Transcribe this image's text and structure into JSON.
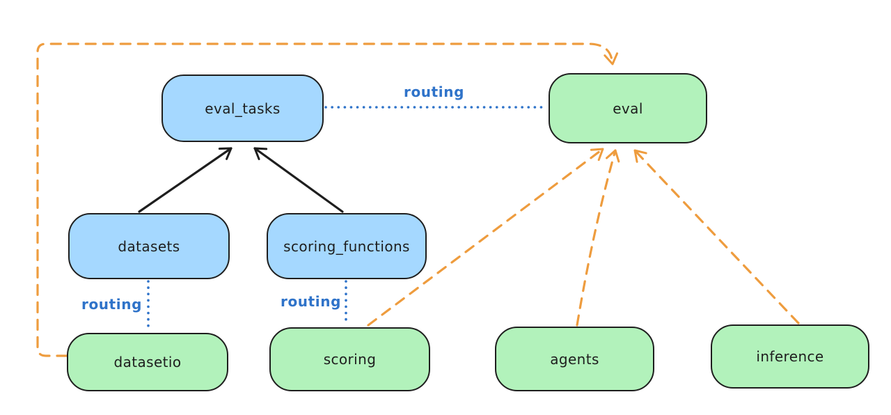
{
  "diagram_title": "",
  "nodes": {
    "eval_tasks": {
      "label": "eval_tasks",
      "kind": "api",
      "fill": "#a5d8ff"
    },
    "eval": {
      "label": "eval",
      "kind": "provider",
      "fill": "#b2f2bb"
    },
    "datasets": {
      "label": "datasets",
      "kind": "api",
      "fill": "#a5d8ff"
    },
    "scoring_functions": {
      "label": "scoring_functions",
      "kind": "api",
      "fill": "#a5d8ff"
    },
    "datasetio": {
      "label": "datasetio",
      "kind": "provider",
      "fill": "#b2f2bb"
    },
    "scoring": {
      "label": "scoring",
      "kind": "provider",
      "fill": "#b2f2bb"
    },
    "agents": {
      "label": "agents",
      "kind": "provider",
      "fill": "#b2f2bb"
    },
    "inference": {
      "label": "inference",
      "kind": "provider",
      "fill": "#b2f2bb"
    }
  },
  "edge_labels": {
    "eval_tasks_eval": "routing",
    "datasets_datasetio": "routing",
    "scoring_functions_scoring": "routing"
  },
  "edges": [
    {
      "from": "datasets",
      "to": "eval_tasks",
      "style": "solid-black-arrow"
    },
    {
      "from": "scoring_functions",
      "to": "eval_tasks",
      "style": "solid-black-arrow"
    },
    {
      "from": "eval_tasks",
      "to": "eval",
      "style": "blue-dotted",
      "label": "routing"
    },
    {
      "from": "datasets",
      "to": "datasetio",
      "style": "blue-dotted",
      "label": "routing"
    },
    {
      "from": "scoring_functions",
      "to": "scoring",
      "style": "blue-dotted",
      "label": "routing"
    },
    {
      "from": "datasetio",
      "to": "eval",
      "style": "orange-dashed-arrow",
      "path": "around-top-left"
    },
    {
      "from": "scoring",
      "to": "eval",
      "style": "orange-dashed-arrow"
    },
    {
      "from": "agents",
      "to": "eval",
      "style": "orange-dashed-arrow"
    },
    {
      "from": "inference",
      "to": "eval",
      "style": "orange-dashed-arrow"
    }
  ],
  "colors": {
    "api_fill": "#a5d8ff",
    "provider_fill": "#b2f2bb",
    "node_stroke": "#1e1e1e",
    "solid_arrow": "#1e1e1e",
    "routing_line": "#2f73c9",
    "routing_text": "#2f73c9",
    "provider_arrow": "#ee9c3e",
    "background": "#ffffff"
  }
}
